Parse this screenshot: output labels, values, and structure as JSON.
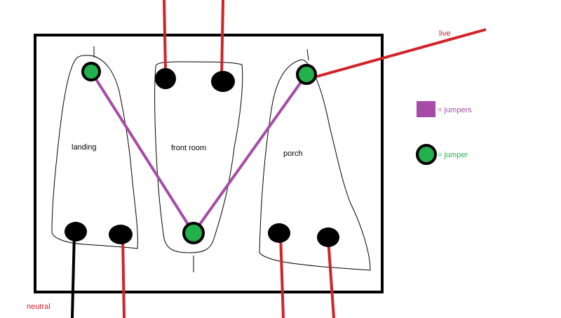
{
  "labels": {
    "landing": "landing",
    "front_room": "front room",
    "porch": "porch",
    "live": "live",
    "neutral": "neutral"
  },
  "legend": {
    "jumpers_text": "= jumpers",
    "jumper_text": "= jumper",
    "jumpers_swatch_color": "#a64ca6",
    "jumper_dot_color": "#22b14c"
  },
  "colors": {
    "wire_live": "#d2232a",
    "wire_neutral": "#000000",
    "jumper": "#a64ca6",
    "terminal": "#000000",
    "jumper_terminal": "#22b14c",
    "live_text": "#d2232a",
    "neutral_text": "#d2232a",
    "legend_text_jumpers": "#a64ca6",
    "legend_text_jumper": "#22b14c"
  }
}
